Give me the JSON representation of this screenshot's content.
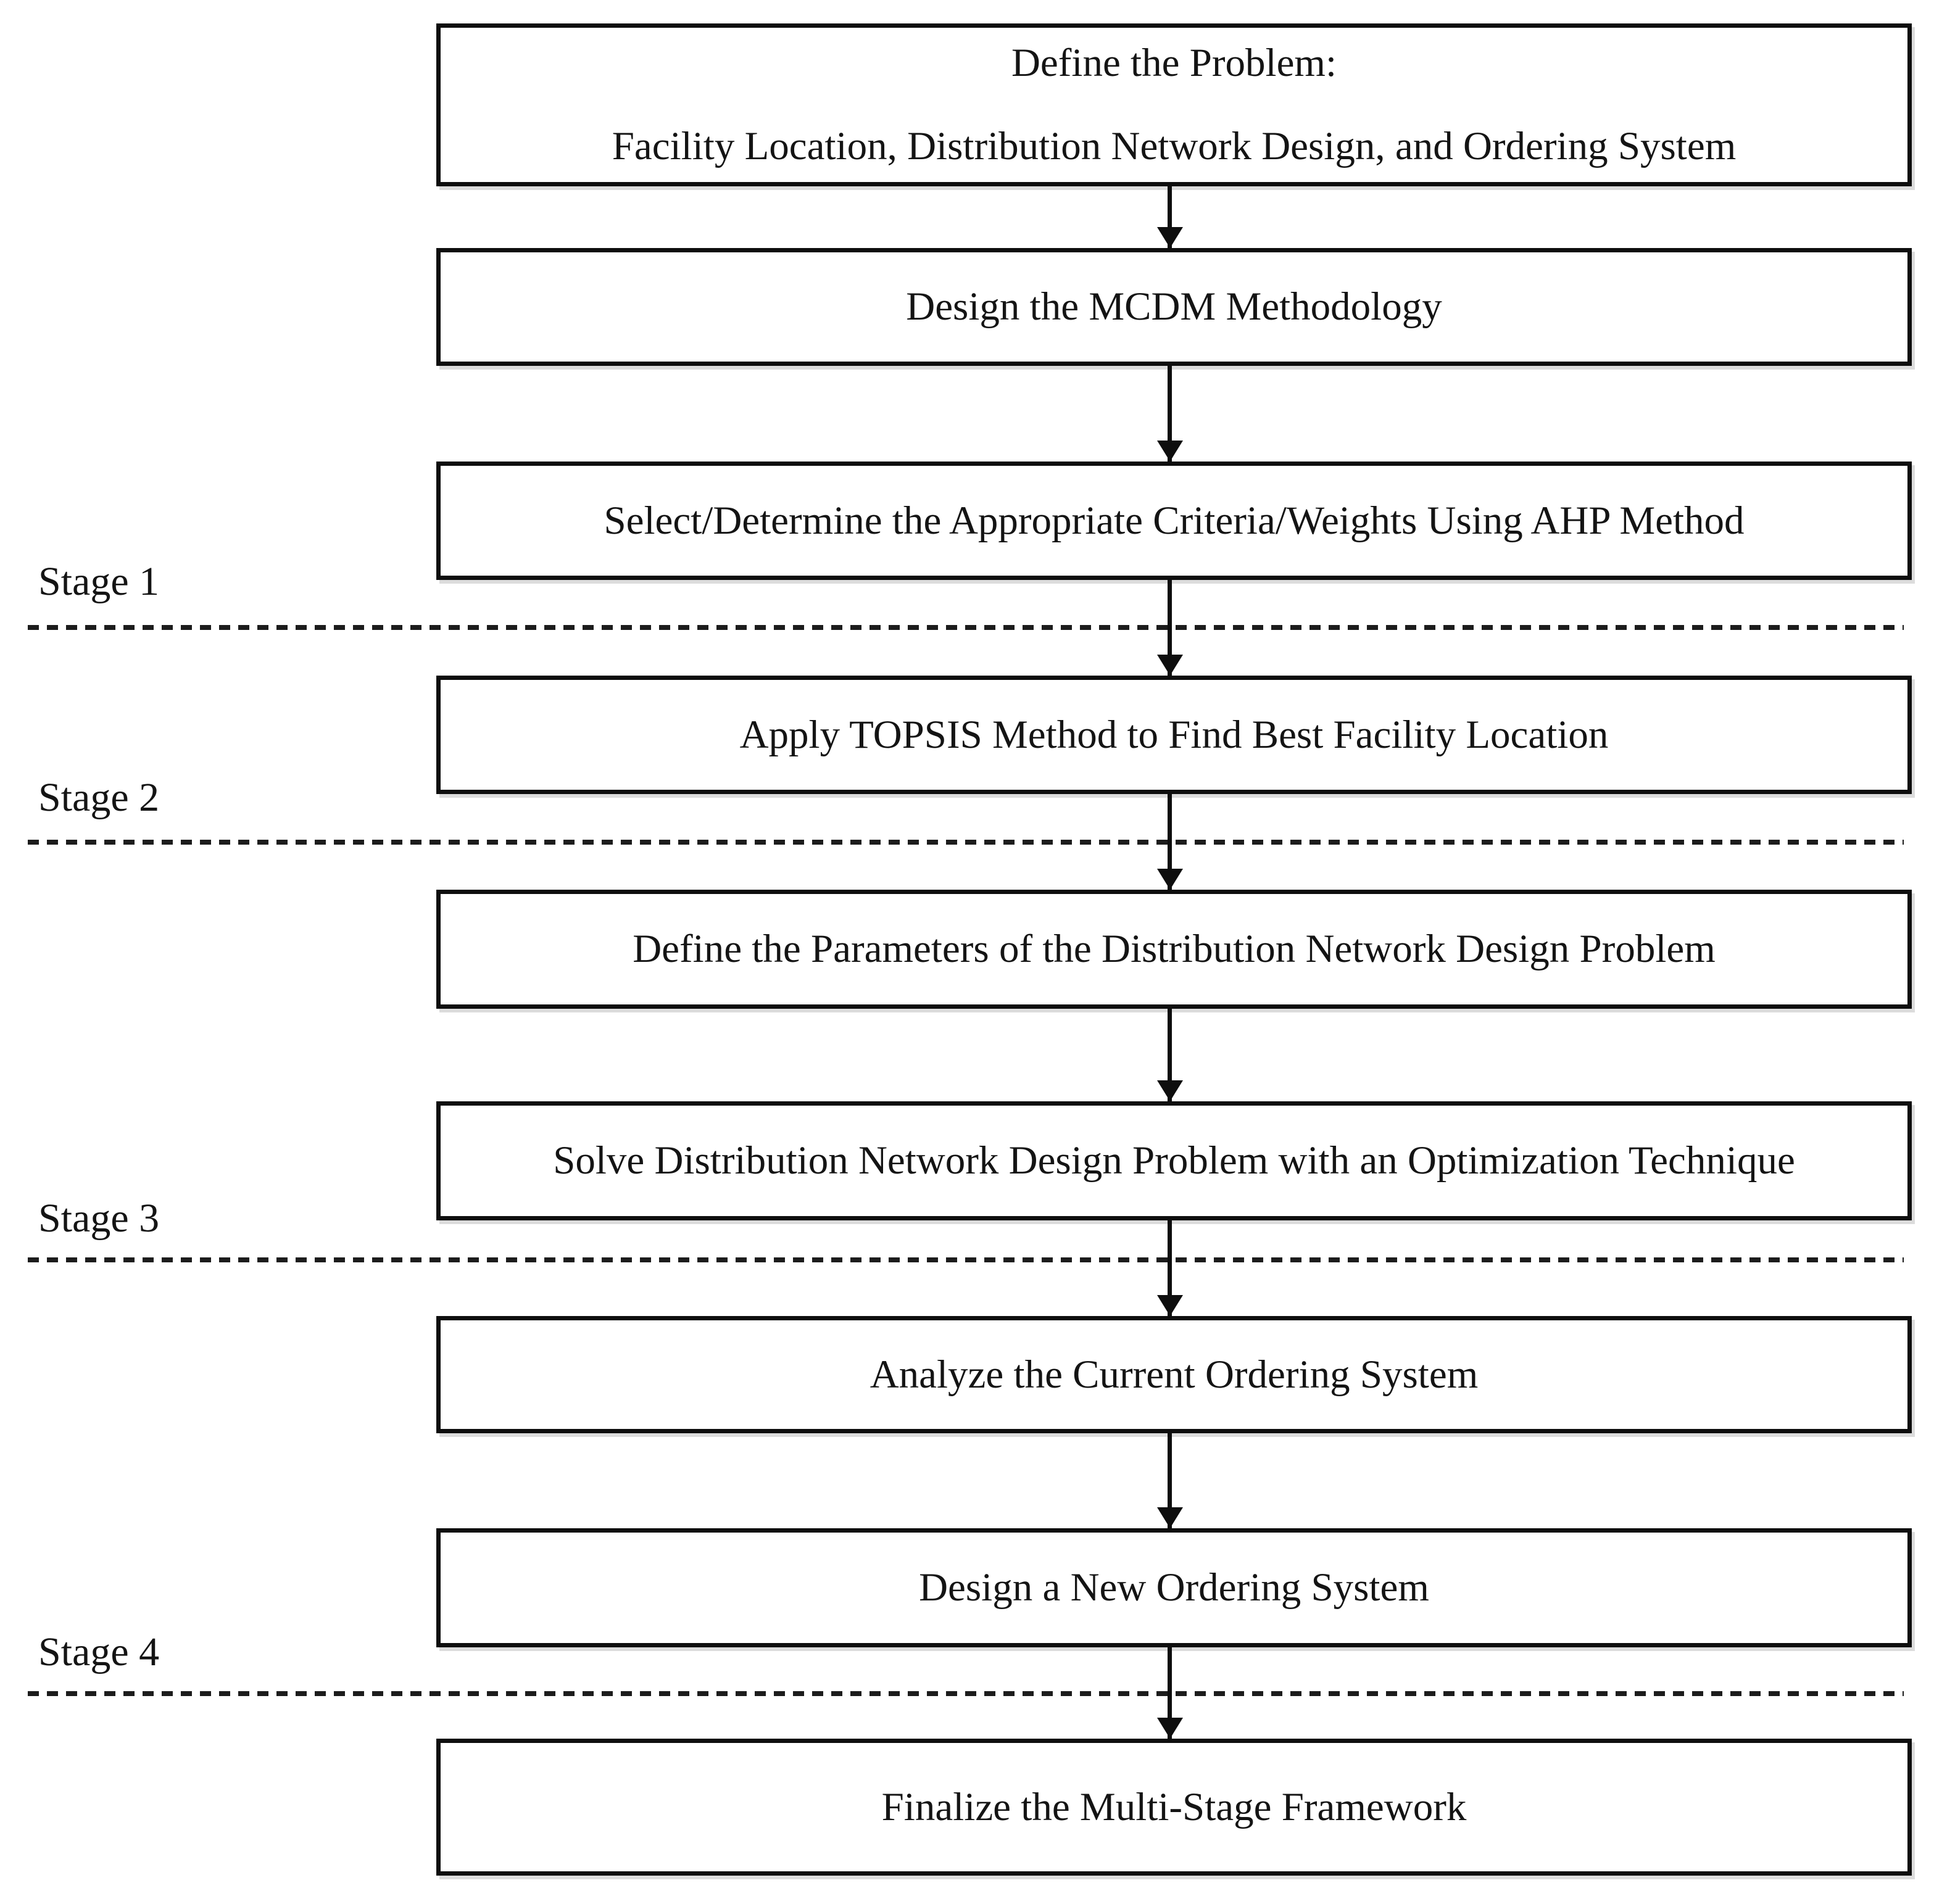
{
  "flowchart": {
    "steps": [
      {
        "lines": [
          "Define the Problem:",
          "Facility Location, Distribution Network Design, and Ordering System"
        ]
      },
      {
        "lines": [
          "Design the MCDM Methodology"
        ]
      },
      {
        "lines": [
          "Select/Determine the Appropriate Criteria/Weights Using AHP Method"
        ]
      },
      {
        "lines": [
          "Apply TOPSIS Method to Find Best Facility Location"
        ]
      },
      {
        "lines": [
          "Define the Parameters of the Distribution Network Design Problem"
        ]
      },
      {
        "lines": [
          "Solve Distribution Network Design Problem with an Optimization Technique"
        ]
      },
      {
        "lines": [
          "Analyze the Current Ordering System"
        ]
      },
      {
        "lines": [
          "Design a New Ordering System"
        ]
      },
      {
        "lines": [
          "Finalize the Multi-Stage Framework"
        ]
      }
    ],
    "stage_labels": [
      "Stage 1",
      "Stage 2",
      "Stage 3",
      "Stage 4"
    ],
    "colors": {
      "box_border": "#0e0e0e",
      "text": "#141414",
      "background": "#ffffff",
      "divider": "#1c1c1c",
      "arrow": "#0e0e0e"
    }
  }
}
